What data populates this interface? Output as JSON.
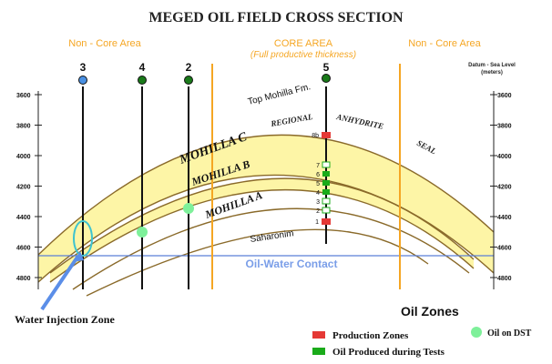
{
  "title": "MEGED OIL FIELD CROSS SECTION",
  "areas": {
    "left": "Non - Core Area",
    "core": "CORE AREA",
    "core_sub": "(Full productive thickness)",
    "right": "Non - Core Area"
  },
  "wells": [
    {
      "id": "3",
      "color": "#4a90e2"
    },
    {
      "id": "4",
      "color": "#1a7a1a"
    },
    {
      "id": "2",
      "color": "#1a7a1a"
    },
    {
      "id": "5",
      "color": "#1a7a1a"
    }
  ],
  "datum_label_1": "Datum - Sea Level",
  "datum_label_2": "(meters)",
  "depth_ticks": [
    "3600",
    "3800",
    "4000",
    "4200",
    "4400",
    "4600",
    "4800"
  ],
  "formations": {
    "top": "Top Mohilla Fm.",
    "regional": "REGIONAL",
    "anhydrite": "ANHYDRITE",
    "seal": "SEAL",
    "mohilla_c": "MOHILLA C",
    "mohilla_b": "MOHILLA B",
    "mohilla_a": "MOHILLA A",
    "saharonim": "Saharonim"
  },
  "zones": [
    "8b",
    "7",
    "6",
    "5",
    "4",
    "3",
    "2",
    "1"
  ],
  "owc": "Oil-Water Contact",
  "water_injection": "Water Injection Zone",
  "legend": {
    "title": "Oil Zones",
    "production": "Production  Zones",
    "oil_tests": "Oil Produced during Tests",
    "dst": "Oil on DST"
  },
  "colors": {
    "formation_fill": "#fdf5a6",
    "formation_line": "#8a6a2a",
    "core_line": "#f5a623",
    "owc_line": "#5b7fd6",
    "owc_text": "#7a9ee8",
    "area_text": "#f5a623",
    "production": "#e53935",
    "oil_test": "#1aab1a",
    "dst": "#7ef09a",
    "injection": "#3ec3cf"
  }
}
